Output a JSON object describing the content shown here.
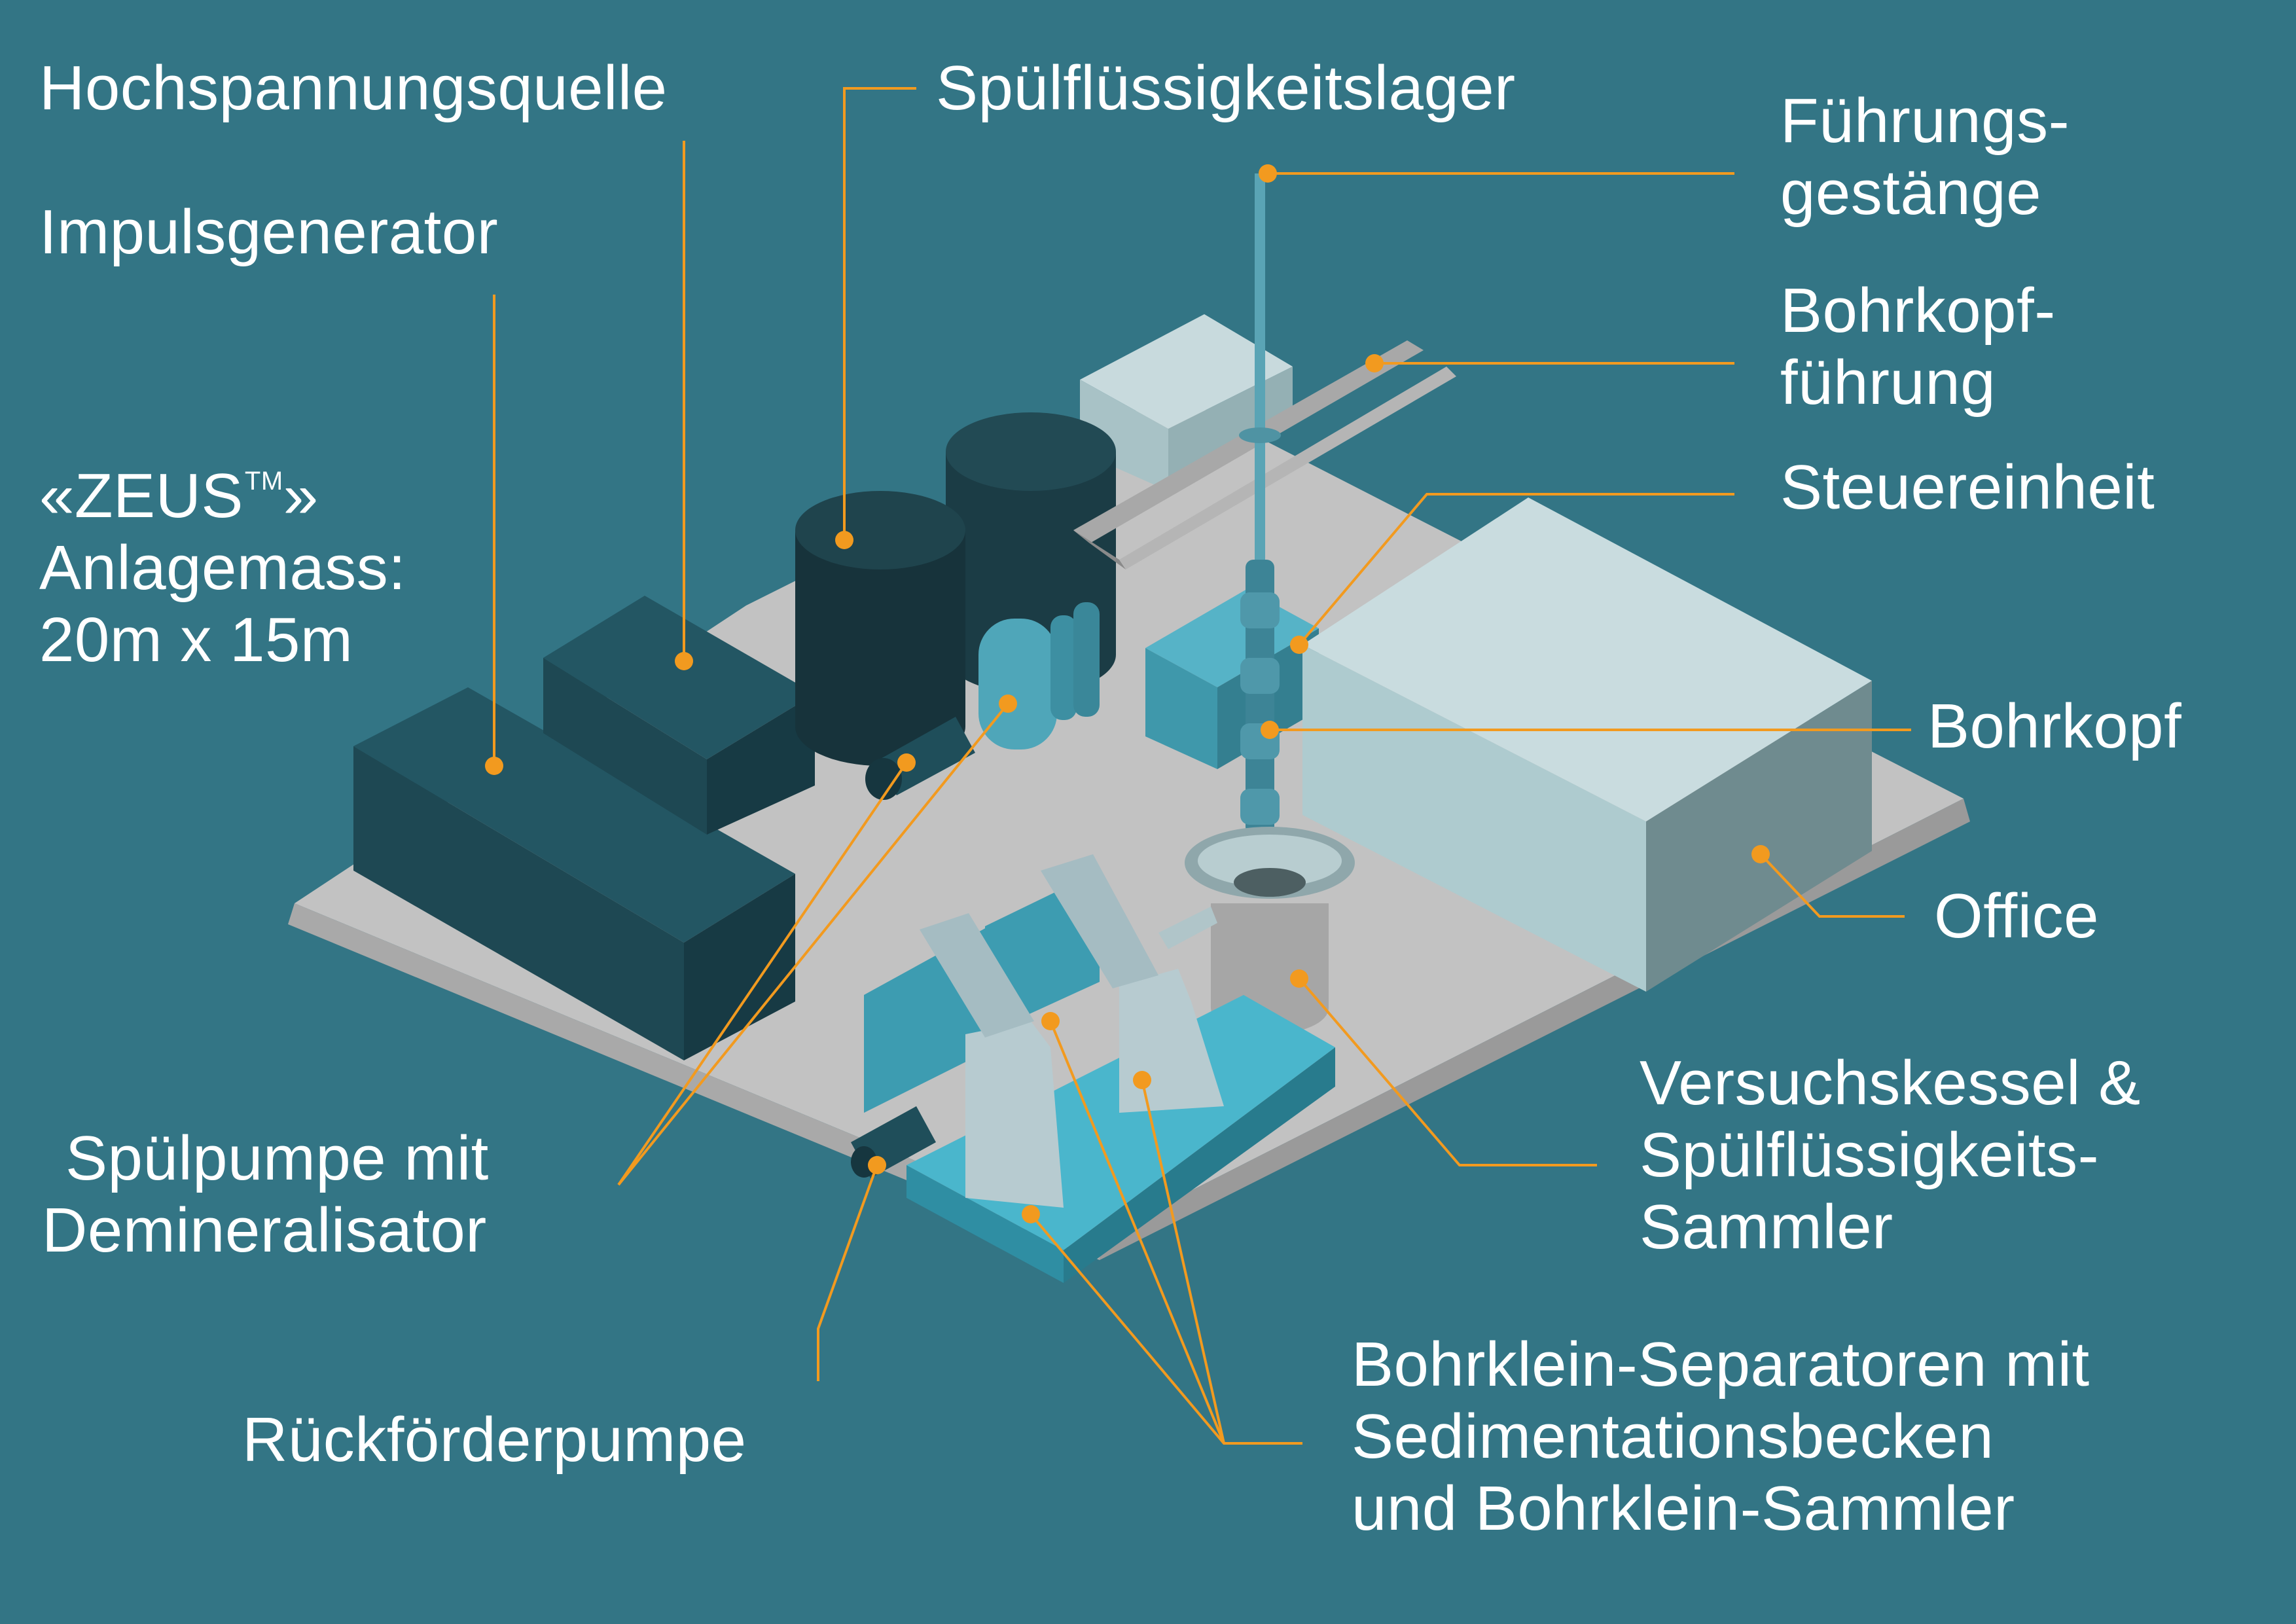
{
  "colors": {
    "background": "#337585",
    "accent": "#f29a1f",
    "label_text": "#ffffff",
    "platform": "#c2c2c2",
    "dark_unit": "#1e4853",
    "tank": "#17333b",
    "equipment_light": "#4fa6b9",
    "office": "#aecbcf"
  },
  "labels": {
    "hochspannungsquelle": "Hochspannungsquelle",
    "impulsgenerator": "Impulsgenerator",
    "zeus_line1": "«ZEUS",
    "zeus_tm": "TM",
    "zeus_close": "»",
    "zeus_line2": "Anlagemass:",
    "zeus_line3": "20m x 15m",
    "spuelfluessigkeitslager": "Spülflüssigkeitslager",
    "fuehrungsgestaenge_1": "Führungs-",
    "fuehrungsgestaenge_2": "gestänge",
    "bohrkopffuehrung_1": "Bohrkopf-",
    "bohrkopffuehrung_2": "führung",
    "steuereinheit": "Steuereinheit",
    "bohrkopf": "Bohrkopf",
    "office": "Office",
    "versuchskessel_1": "Versuchskessel &",
    "versuchskessel_2": "Spülflüssigkeits-",
    "versuchskessel_3": "Sammler",
    "spuelpumpe_1": "Spülpumpe mit",
    "spuelpumpe_2": "Demineralisator",
    "rueckfoerderpumpe": "Rückförderpumpe",
    "separatoren_1": "Bohrklein-Separatoren mit",
    "separatoren_2": "Sedimentationsbecken",
    "separatoren_3": "und Bohrklein-Sammler"
  }
}
